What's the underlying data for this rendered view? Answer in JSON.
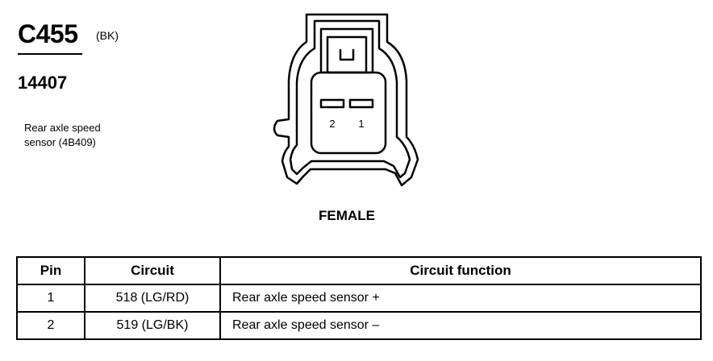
{
  "connector": {
    "id": "C455",
    "color": "(BK)",
    "part_number": "14407",
    "description_line1": "Rear axle speed",
    "description_line2": "sensor (4B409)",
    "gender": "FEMALE",
    "pin_labels": [
      "2",
      "1"
    ]
  },
  "table": {
    "headers": [
      "Pin",
      "Circuit",
      "Circuit function"
    ],
    "rows": [
      {
        "pin": "1",
        "circuit": "518 (LG/RD)",
        "function": "Rear axle speed sensor  +"
      },
      {
        "pin": "2",
        "circuit": "519 (LG/BK)",
        "function": "Rear axle speed sensor  –"
      }
    ]
  }
}
